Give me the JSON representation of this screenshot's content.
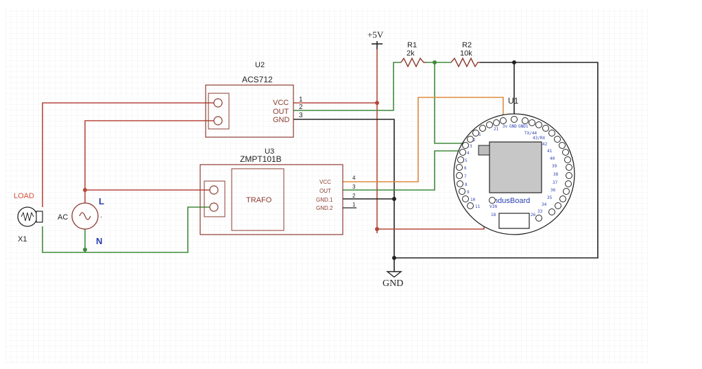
{
  "power": {
    "vcc_label": "+5V",
    "gnd_label": "GND"
  },
  "load": {
    "label": "LOAD",
    "designator": "X1"
  },
  "ac": {
    "label": "AC",
    "line_label": "L",
    "neutral_label": "N"
  },
  "u2": {
    "designator": "U2",
    "part": "ACS712",
    "pins": [
      {
        "name": "VCC",
        "number": "1"
      },
      {
        "name": "OUT",
        "number": "2"
      },
      {
        "name": "GND",
        "number": "3"
      }
    ]
  },
  "u3": {
    "designator": "U3",
    "part": "ZMPT101B",
    "inner_label": "TRAFO",
    "pins": [
      {
        "name": "VCC",
        "number": "4"
      },
      {
        "name": "OUT",
        "number": "3"
      },
      {
        "name": "GND.1",
        "number": "2"
      },
      {
        "name": "GND.2",
        "number": "1"
      }
    ]
  },
  "r1": {
    "designator": "R1",
    "value": "2k"
  },
  "r2": {
    "designator": "R2",
    "value": "10k"
  },
  "u1": {
    "designator": "U1",
    "board_label": "IndusBoard",
    "top_pins": [
      "21",
      "3v",
      "GND",
      "GND1"
    ],
    "left_pins": [
      "1",
      "2",
      "3",
      "4",
      "5",
      "6",
      "7",
      "8",
      "9",
      "10",
      "11",
      "18",
      "VIN"
    ],
    "right_pins": [
      "TX/44",
      "43/RX",
      "42",
      "41",
      "40",
      "39",
      "38",
      "37",
      "36",
      "35",
      "34",
      "33",
      "26"
    ]
  },
  "colors": {
    "red": "#b5473b",
    "green": "#3e8a3a",
    "orange": "#e08a3c",
    "black": "#222222",
    "component": "#8b3a2f",
    "pin_label_blue": "#2a3fb0",
    "grid": "#e6e6e6"
  }
}
